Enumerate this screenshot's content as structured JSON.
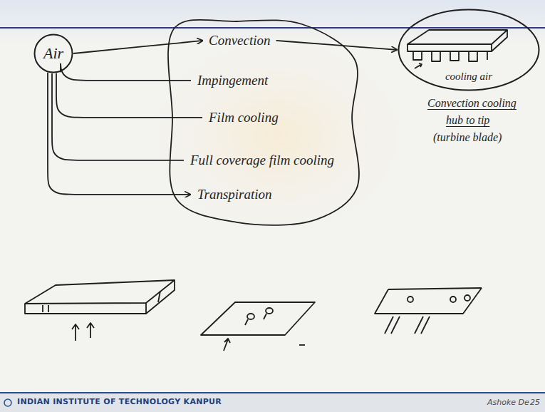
{
  "diagram": {
    "nodes": [
      {
        "text": [
          "Air"
        ]
      },
      {
        "text": [
          "Convection"
        ]
      },
      {
        "text": [
          "Impingement"
        ]
      },
      {
        "text": [
          "Film cooling"
        ]
      },
      {
        "text": [
          "Full coverage film cooling"
        ]
      },
      {
        "text": [
          "Transpiration"
        ]
      },
      {
        "text": [
          "cooling air"
        ]
      }
    ],
    "edges": [
      {
        "from": 0,
        "to": 1,
        "arrow": "to"
      },
      {
        "from": 0,
        "to": 2,
        "arrow": "none"
      },
      {
        "from": 0,
        "to": 3,
        "arrow": "none"
      },
      {
        "from": 0,
        "to": 4,
        "arrow": "none"
      },
      {
        "from": 0,
        "to": 5,
        "arrow": "to"
      },
      {
        "from": 1,
        "to": 6,
        "arrow": "to"
      }
    ],
    "labels": [
      "Convection cooling",
      "hub to tip",
      "(turbine blade)",
      "INDIAN INSTITUTE OF TECHNOLOGY KANPUR",
      "Ashoke De",
      "25"
    ]
  }
}
